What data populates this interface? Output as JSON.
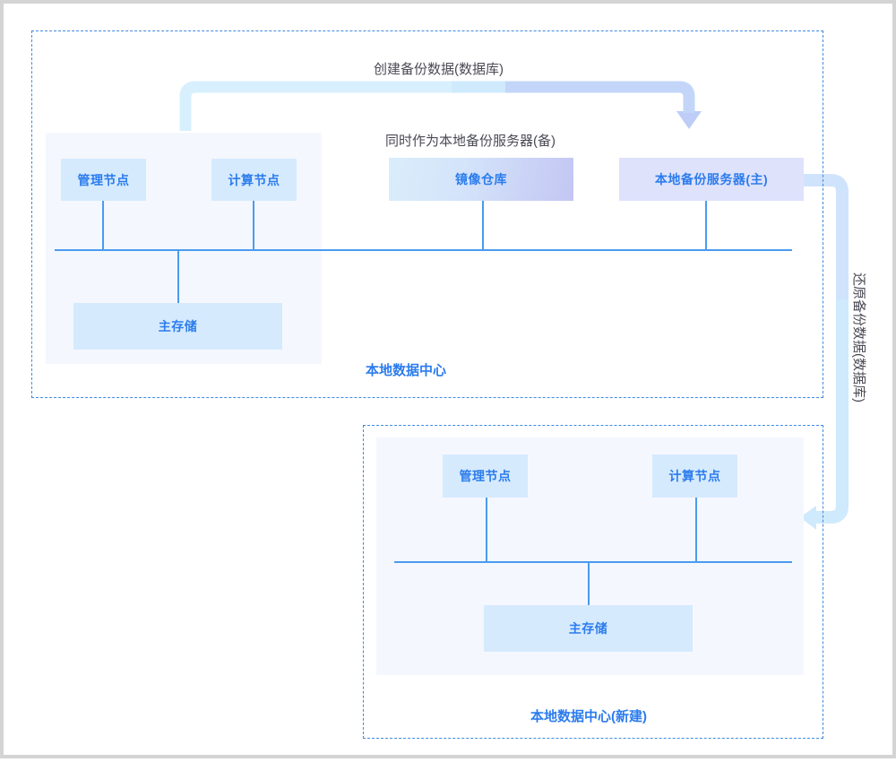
{
  "diagram": {
    "title_caption_top": "创建备份数据(数据库)",
    "caption_mirror": "同时作为本地备份服务器(备)",
    "caption_restore": "还原备份数据(数据库)",
    "colors": {
      "accent_blue": "#2b7ced",
      "line_blue": "#4a9bef",
      "node_plain": "#d6eafd",
      "node_lavender": "#dfe2fb",
      "panel_bg": "#f4f8fe",
      "dash_border": "#3f8ae0",
      "arrow_light": "#cfeafc",
      "arrow_periwinkle": "#bdcdf7",
      "caption_text": "#4a4a55",
      "outer_frame": "#d4d4d4"
    }
  },
  "regions": [
    {
      "id": "primary",
      "label": "本地数据中心"
    },
    {
      "id": "new_site",
      "label": "本地数据中心(新建)"
    }
  ],
  "primary_site": {
    "label": "本地数据中心",
    "nodes": [
      {
        "id": "mgmt-node",
        "label": "管理节点",
        "style": "plain"
      },
      {
        "id": "compute-node",
        "label": "计算节点",
        "style": "plain"
      },
      {
        "id": "main-storage",
        "label": "主存储",
        "style": "plain"
      }
    ]
  },
  "shared_nodes": [
    {
      "id": "image-registry",
      "label": "镜像仓库",
      "style": "gradient"
    },
    {
      "id": "backup-server",
      "label": "本地备份服务器(主)",
      "style": "lavender"
    }
  ],
  "new_site": {
    "label": "本地数据中心(新建)",
    "nodes": [
      {
        "id": "mgmt-node-new",
        "label": "管理节点",
        "style": "plain"
      },
      {
        "id": "compute-node-new",
        "label": "计算节点",
        "style": "plain"
      },
      {
        "id": "main-storage-new",
        "label": "主存储",
        "style": "plain"
      }
    ]
  },
  "flows": [
    {
      "id": "create-backup",
      "label": "创建备份数据(数据库)",
      "direction": "left-to-right-down"
    },
    {
      "id": "restore-backup",
      "label": "还原备份数据(数据库)",
      "direction": "right-down-left"
    }
  ]
}
